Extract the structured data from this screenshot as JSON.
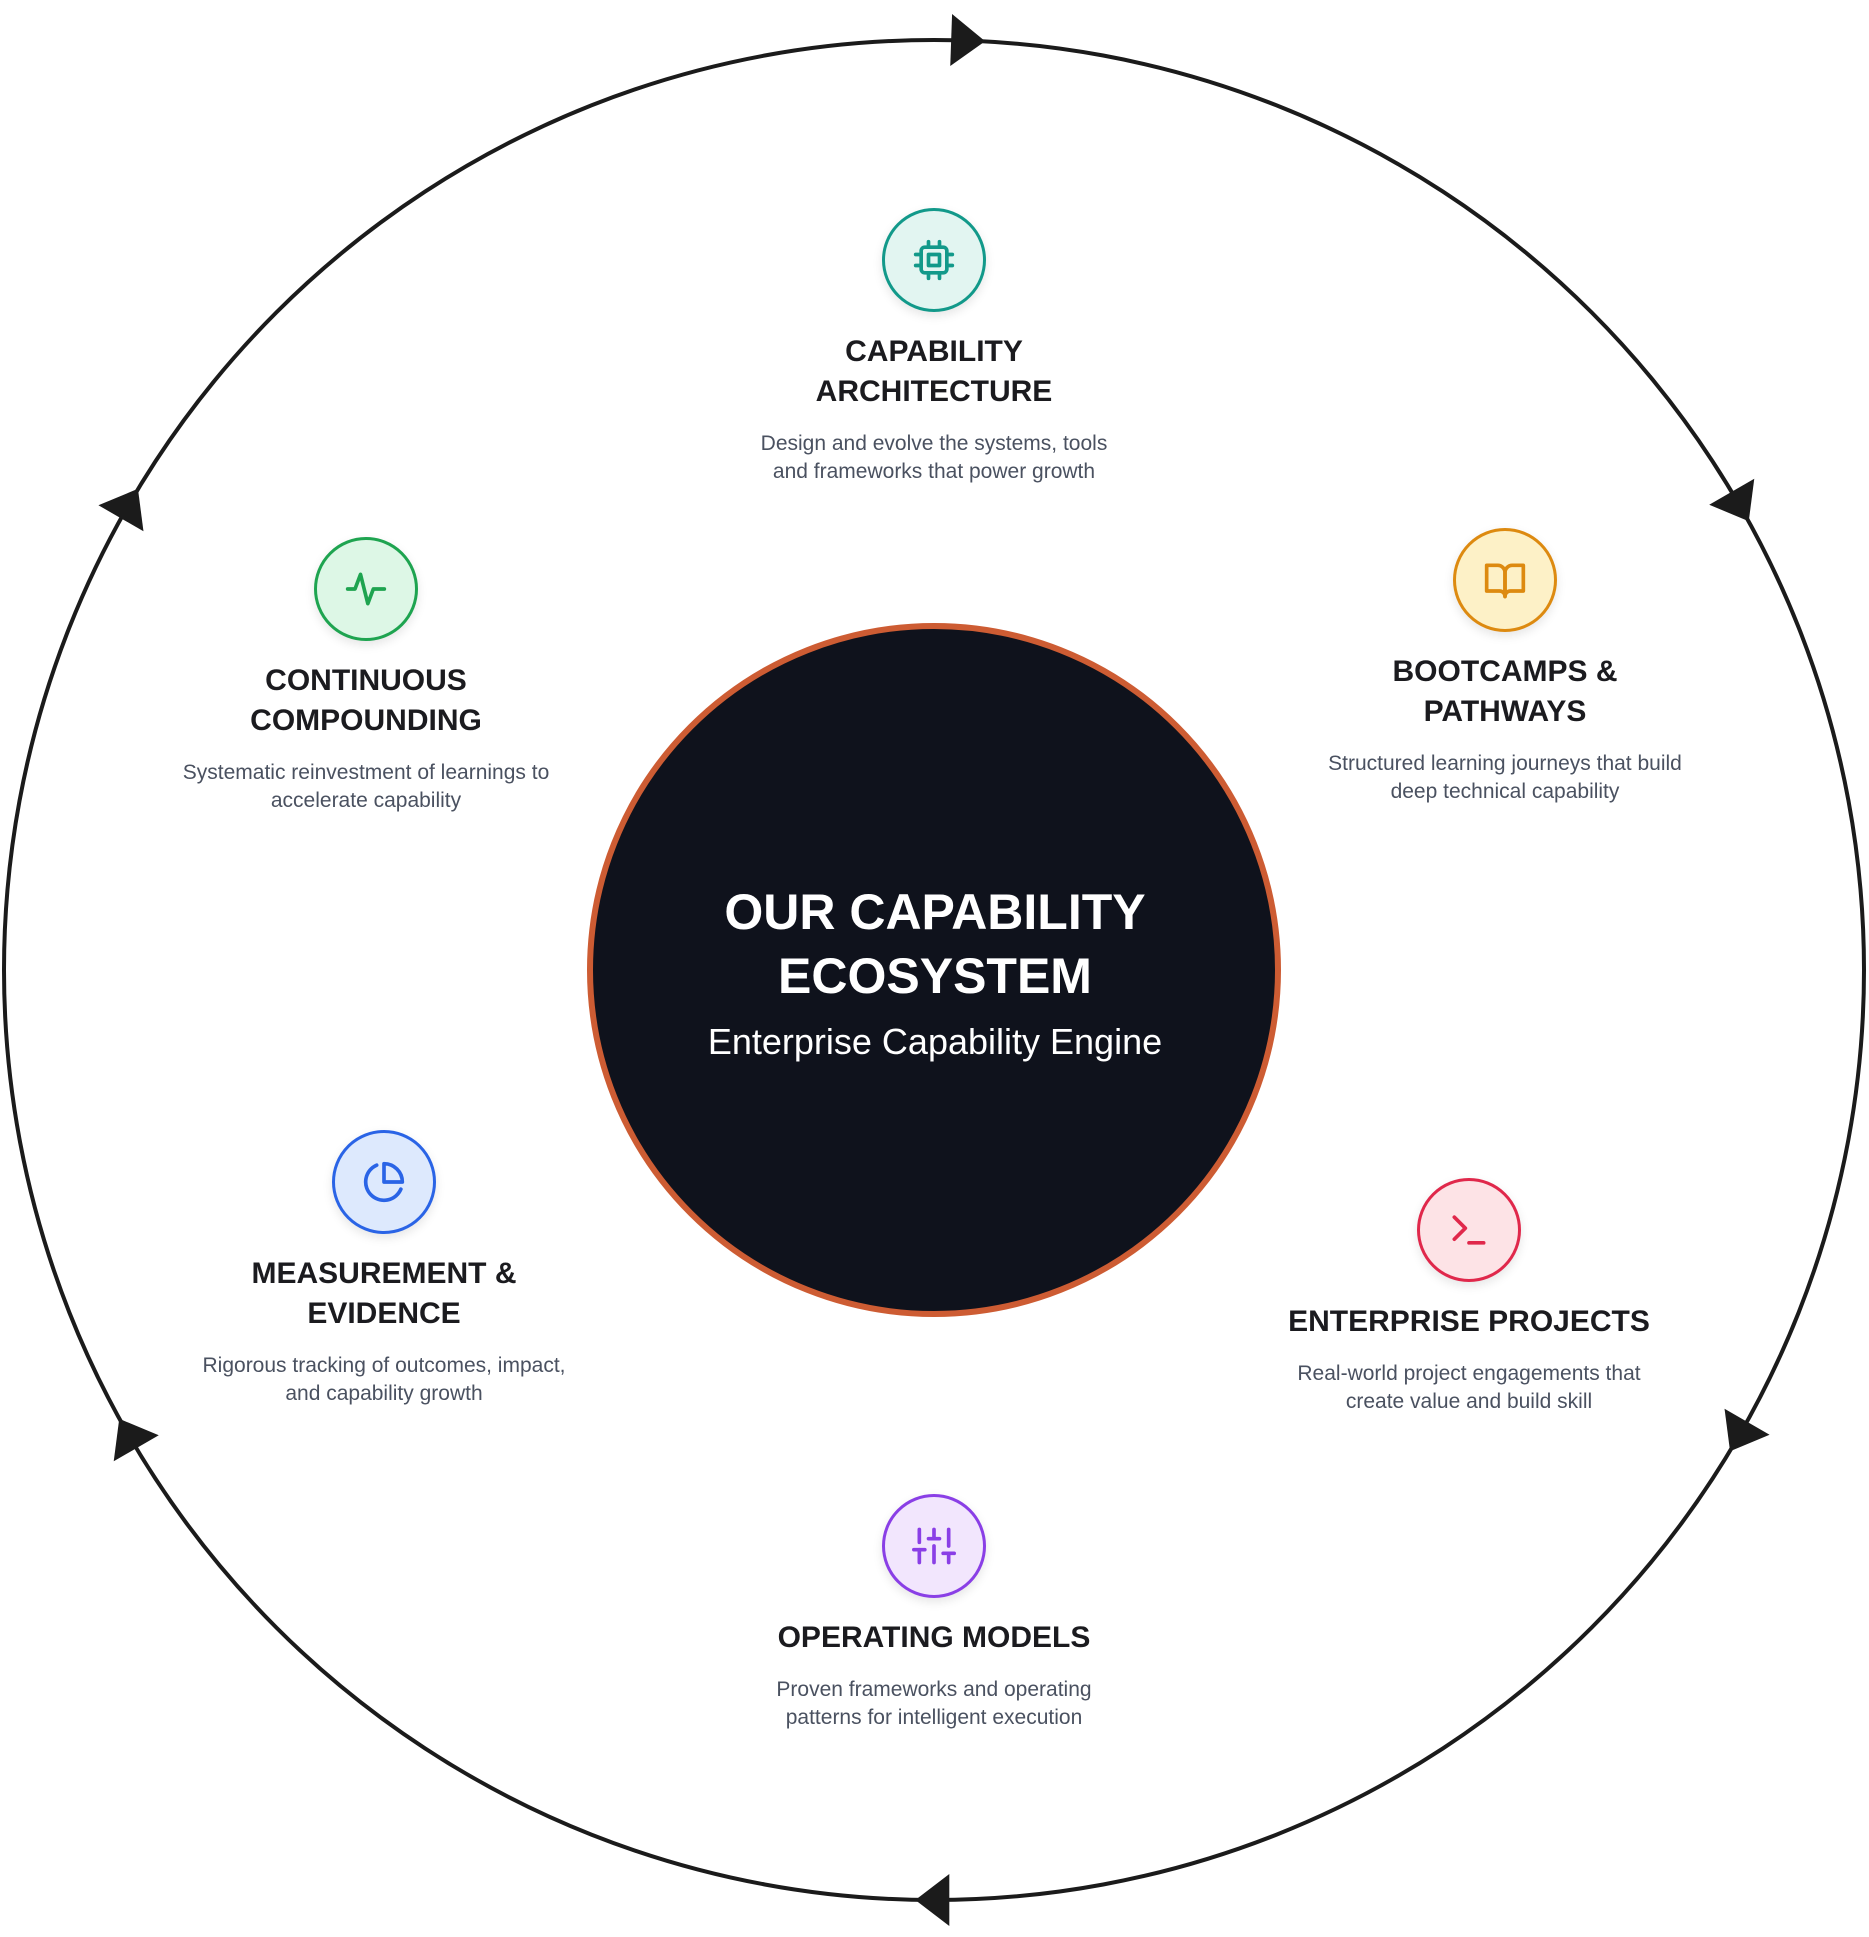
{
  "center": {
    "title_line1": "OUR CAPABILITY",
    "title_line2": "ECOSYSTEM",
    "subtitle": "Enterprise Capability Engine"
  },
  "nodes": [
    {
      "id": "capability-architecture",
      "icon": "chip-icon",
      "color": "#12998a",
      "fill": "#e2f5f1",
      "title_line1": "CAPABILITY",
      "title_line2": "ARCHITECTURE",
      "desc_line1": "Design and evolve the systems, tools",
      "desc_line2": "and frameworks that power growth"
    },
    {
      "id": "bootcamps-pathways",
      "icon": "book-icon",
      "color": "#dd8a10",
      "fill": "#fdf1c7",
      "title_line1": "BOOTCAMPS &",
      "title_line2": "PATHWAYS",
      "desc_line1": "Structured learning journeys that build",
      "desc_line2": "deep technical capability"
    },
    {
      "id": "enterprise-projects",
      "icon": "terminal-icon",
      "color": "#e0284b",
      "fill": "#fde3e6",
      "title_line1": "ENTERPRISE PROJECTS",
      "desc_line1": "Real-world project engagements that",
      "desc_line2": "create value and build skill"
    },
    {
      "id": "operating-models",
      "icon": "sliders-icon",
      "color": "#8a3fe6",
      "fill": "#f2e6fd",
      "title_line1": "OPERATING MODELS",
      "desc_line1": "Proven frameworks and operating",
      "desc_line2": "patterns for intelligent execution"
    },
    {
      "id": "measurement-evidence",
      "icon": "pie-chart-icon",
      "color": "#2a64e6",
      "fill": "#dde9fd",
      "title_line1": "MEASUREMENT &",
      "title_line2": "EVIDENCE",
      "desc_line1": "Rigorous tracking of outcomes, impact,",
      "desc_line2": "and capability growth"
    },
    {
      "id": "continuous-compounding",
      "icon": "pulse-icon",
      "color": "#1ea450",
      "fill": "#ddf7e6",
      "title_line1": "CONTINUOUS",
      "title_line2": "COMPOUNDING",
      "desc_line1": "Systematic reinvestment of learnings to",
      "desc_line2": "accelerate capability"
    }
  ],
  "colors": {
    "ring": "#1b1b1b",
    "center_fill": "#0f121c",
    "center_border": "#cd5c33"
  }
}
